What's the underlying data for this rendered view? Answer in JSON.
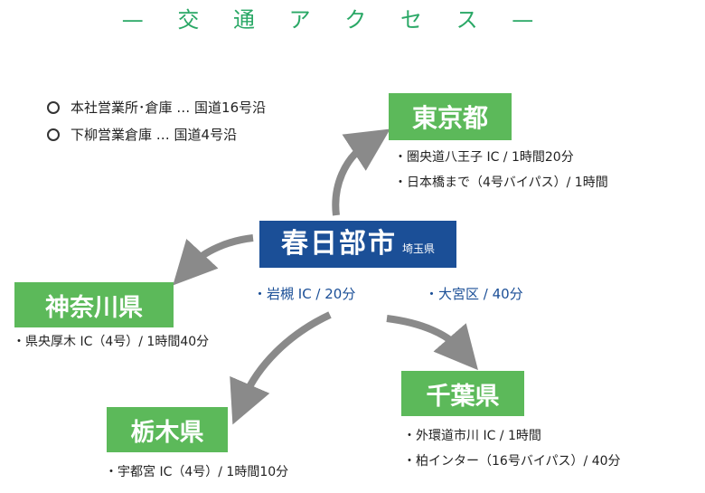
{
  "title": "— 交 通 ア ク セ ス —",
  "offices": [
    {
      "label": "本社営業所･倉庫 … 国道16号沿"
    },
    {
      "label": "下柳営業倉庫 … 国道4号沿"
    }
  ],
  "center": {
    "name": "春日部市",
    "pref": "埼玉県"
  },
  "center_routes": [
    "・岩槻 IC / 20分",
    "・大宮区 / 40分"
  ],
  "destinations": {
    "tokyo": {
      "name": "東京都",
      "routes": [
        "・圏央道八王子 IC / 1時間20分",
        "・日本橋まで（4号バイパス）/ 1時間"
      ]
    },
    "kanagawa": {
      "name": "神奈川県",
      "routes": [
        "・県央厚木 IC（4号）/ 1時間40分"
      ]
    },
    "tochigi": {
      "name": "栃木県",
      "routes": [
        "・宇都宮 IC（4号）/ 1時間10分"
      ]
    },
    "chiba": {
      "name": "千葉県",
      "routes": [
        "・外環道市川 IC / 1時間",
        "・柏インター（16号バイパス）/ 40分"
      ]
    }
  },
  "colors": {
    "accent_green": "#5cb95a",
    "title_green": "#2aa866",
    "center_blue": "#1b4f97",
    "arrow_gray": "#8a8a8a"
  }
}
